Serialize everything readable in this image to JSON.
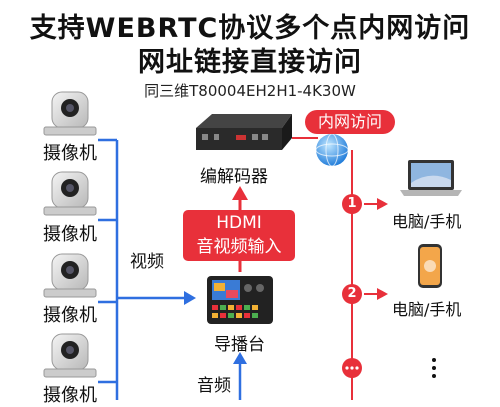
{
  "header": {
    "title_line1": "支持WEBRTC协议多个点内网访问",
    "title_line2": "网址链接直接访问",
    "model": "同三维T80004EH2H1-4K30W"
  },
  "cameras": [
    {
      "label": "摄像机"
    },
    {
      "label": "摄像机"
    },
    {
      "label": "摄像机"
    },
    {
      "label": "摄像机"
    }
  ],
  "flow": {
    "video_label": "视频",
    "audio_label": "音频",
    "encoder_label": "编解码器",
    "switcher_label": "导播台",
    "hdmi_line1": "HDMI",
    "hdmi_line2": "音视频输入",
    "intranet_label": "内网访问"
  },
  "clients": [
    {
      "number": "1",
      "label": "电脑/手机"
    },
    {
      "number": "2",
      "label": "电脑/手机"
    }
  ],
  "colors": {
    "red": "#e8303a",
    "blue": "#2f6fe0"
  }
}
